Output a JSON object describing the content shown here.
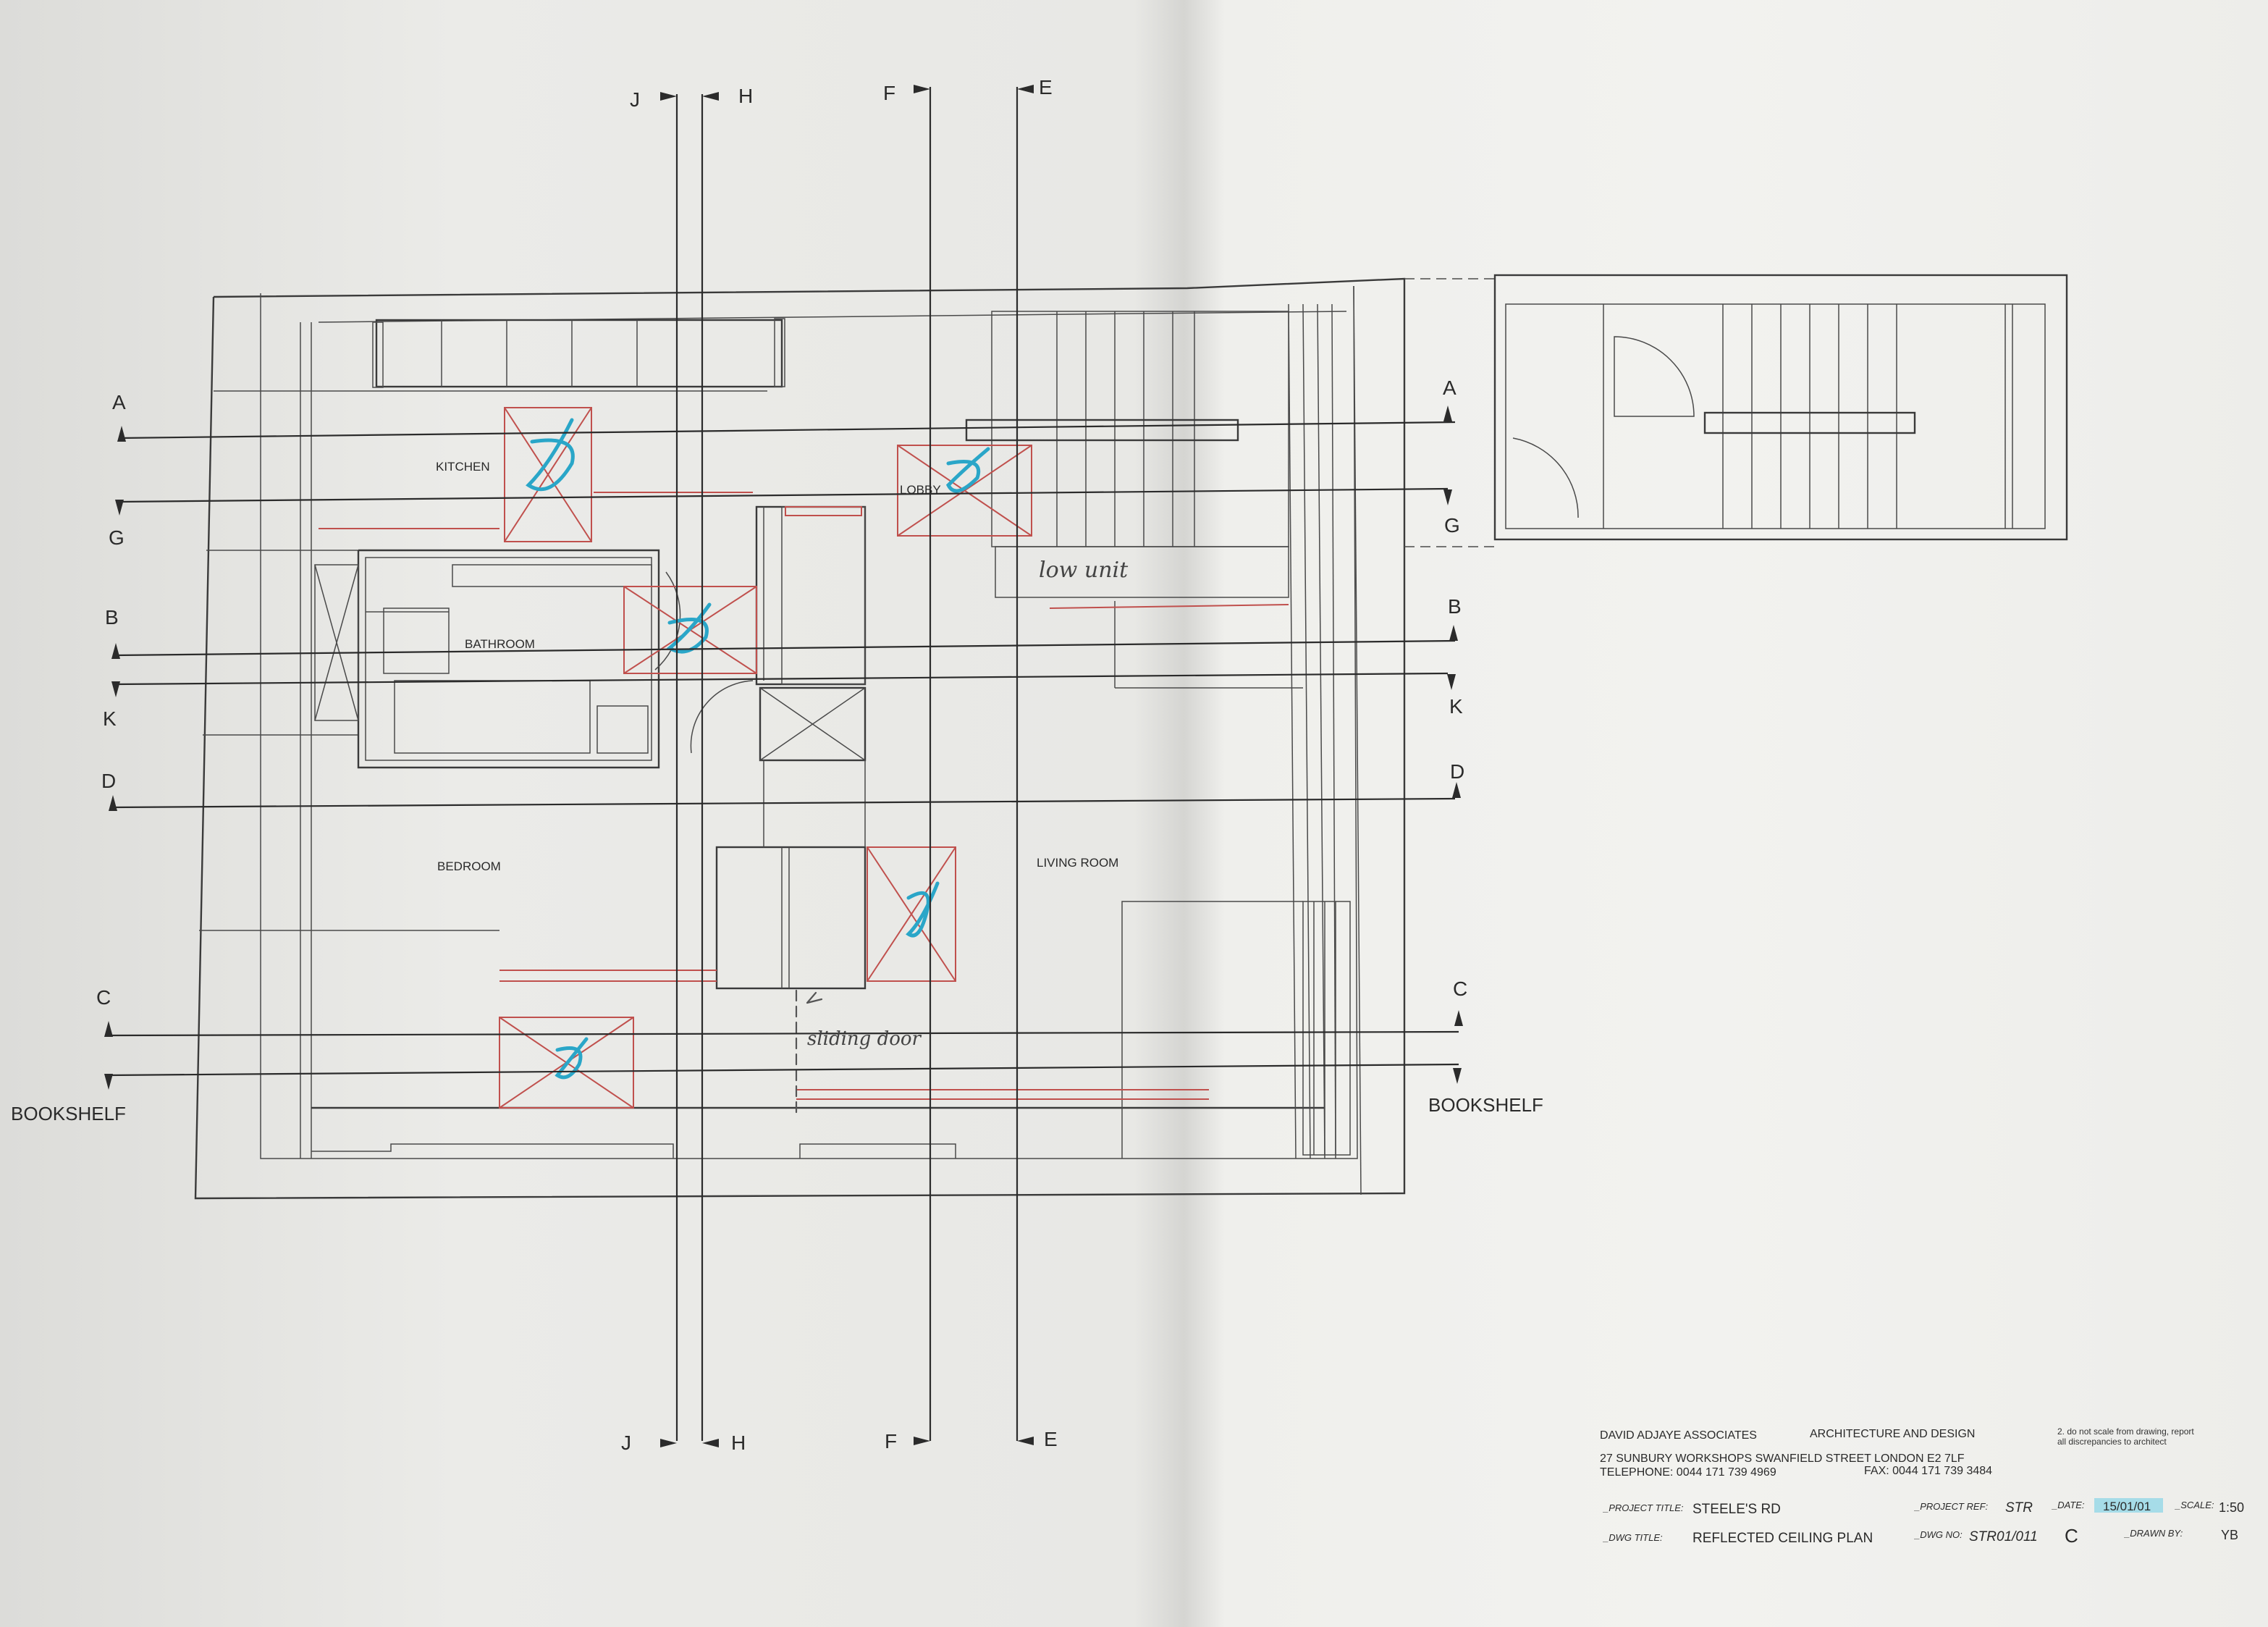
{
  "section_markers": {
    "top": [
      "J",
      "H",
      "F",
      "E"
    ],
    "bottom": [
      "J",
      "H",
      "F",
      "E"
    ],
    "left": [
      "A",
      "G",
      "B",
      "K",
      "D",
      "C"
    ],
    "right": [
      "A",
      "G",
      "B",
      "K",
      "D",
      "C"
    ]
  },
  "rooms": {
    "kitchen": "KITCHEN",
    "lobby": "LOBBY",
    "bathroom": "BATHROOM",
    "bedroom": "BEDROOM",
    "living_room": "LIVING ROOM"
  },
  "bookshelf_label": "BOOKSHELF",
  "handwritten": {
    "low_unit": "low unit",
    "sliding_door": "sliding door"
  },
  "title_block": {
    "firm": "DAVID ADJAYE ASSOCIATES",
    "discipline": "ARCHITECTURE AND DESIGN",
    "note": "2. do not scale from drawing, report all discrepancies to architect",
    "address": "27 SUNBURY WORKSHOPS  SWANFIELD STREET  LONDON E2 7LF",
    "telephone": "TELEPHONE: 0044 171 739 4969",
    "fax": "FAX: 0044 171 739 3484",
    "project_title_label": "_PROJECT TITLE:",
    "project_title": "STEELE'S RD",
    "project_ref_label": "_PROJECT REF:",
    "project_ref": "STR",
    "date_label": "_DATE:",
    "date": "15/01/01",
    "scale_label": "_SCALE:",
    "scale": "1:50",
    "dwg_title_label": "_DWG TITLE:",
    "dwg_title": "REFLECTED CEILING PLAN",
    "dwg_no_label": "_DWG NO:",
    "dwg_no": "STR01/011",
    "revision": "C",
    "drawn_by_label": "_DRAWN BY:",
    "drawn_by": "YB"
  },
  "colors": {
    "linework": "#3a3a3a",
    "ceiling_fittings": "#c0504d",
    "highlighter": "#2aa6c8",
    "paper": "#ececea"
  }
}
